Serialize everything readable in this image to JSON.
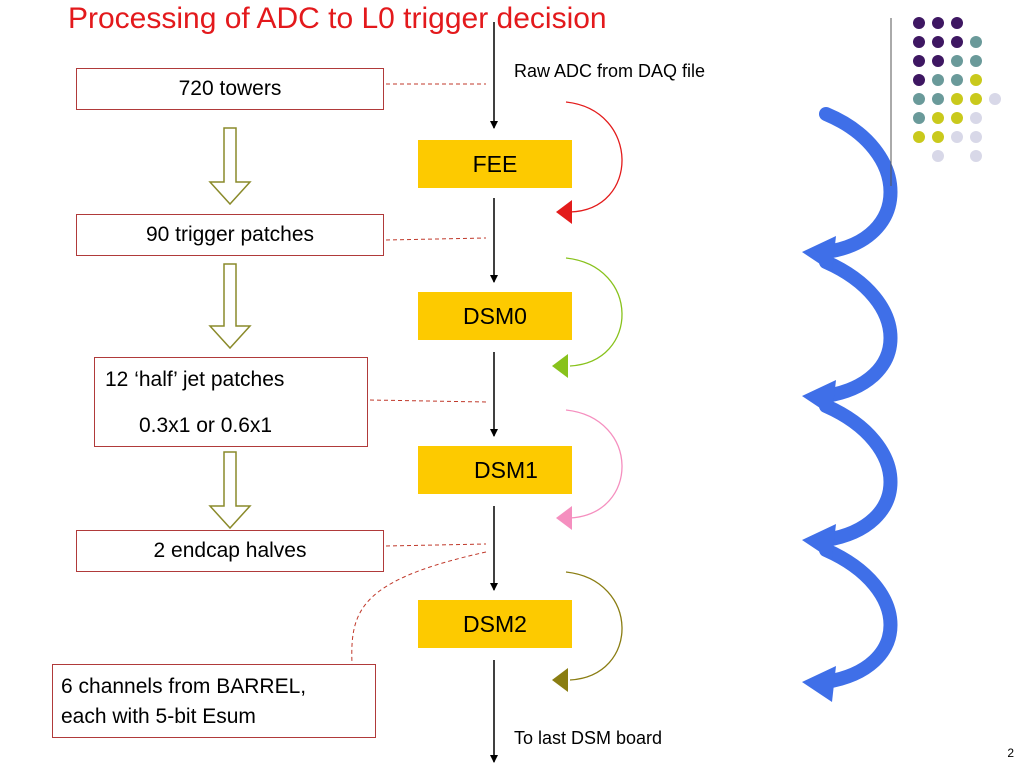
{
  "title": "Processing of ADC to L0 trigger decision",
  "left_boxes": {
    "towers": "720 towers",
    "trigger_patches": "90 trigger patches",
    "half_jet_line1": "12 ‘half’ jet patches",
    "half_jet_line2": "0.3x1 or 0.6x1",
    "endcap_halves": "2 endcap halves",
    "barrel_line1": "6 channels from BARREL,",
    "barrel_line2": "each with 5-bit Esum"
  },
  "stages": {
    "fee": "FEE",
    "dsm0": "DSM0",
    "dsm1": "DSM1",
    "dsm2": "DSM2"
  },
  "labels": {
    "raw_adc": "Raw ADC from DAQ file",
    "to_last": "To last DSM board"
  },
  "page_number": "2",
  "colors": {
    "title": "#e3191c",
    "stage_fill": "#fdca00",
    "return_fee": "#e31b1b",
    "return_dsm0": "#88c21c",
    "return_dsm1": "#f58fbf",
    "return_dsm2": "#8a7d12",
    "big_arrows": "#3f6fe8",
    "dot_purple": "#3e1762",
    "dot_teal": "#6a9a9a",
    "dot_yellow": "#c9c91c",
    "dot_lavender": "#d8d8e8"
  }
}
